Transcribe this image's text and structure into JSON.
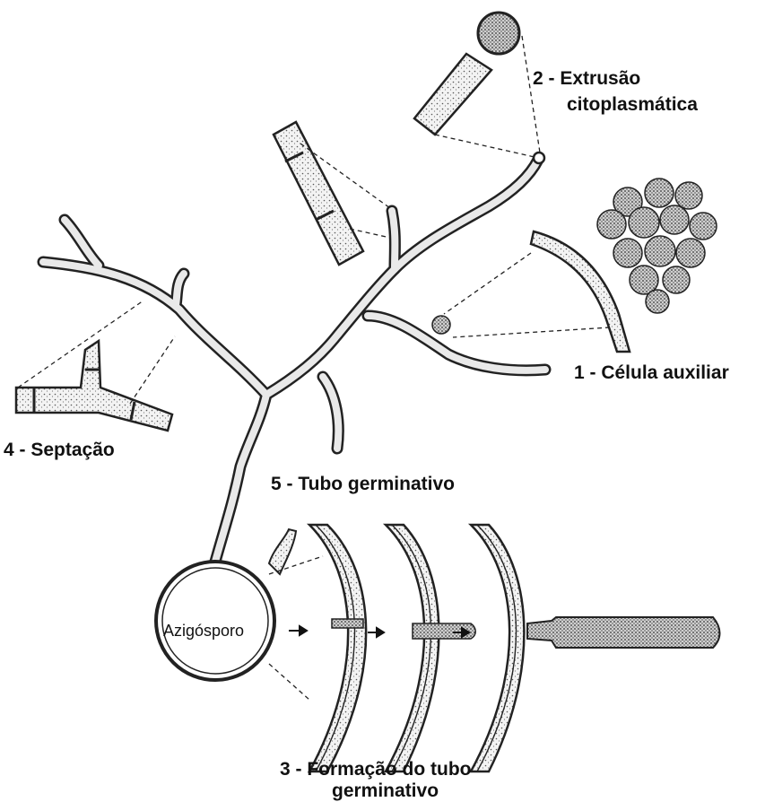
{
  "labels": {
    "extrusao_line1": "2 - Extrusão",
    "extrusao_line2": "citoplasmática",
    "celula": "1 - Célula auxiliar",
    "septacao": "4 - Septação",
    "tubo": "5 - Tubo germinativo",
    "azigosporo": "Azigósporo",
    "formacao_line1": "3 - Formação do tubo",
    "formacao_line2": "germinativo"
  }
}
